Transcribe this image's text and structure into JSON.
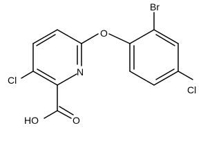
{
  "atoms": {
    "nitrogen": "N",
    "oxygen_ether": "O",
    "chlorine_pyridine": "Cl",
    "bromine": "Br",
    "chlorine_phenyl": "Cl",
    "carbonyl_oxygen": "O",
    "hydroxyl": "HO"
  },
  "colors": {
    "bond": "#000000",
    "label": "#000000",
    "background": "#ffffff"
  }
}
